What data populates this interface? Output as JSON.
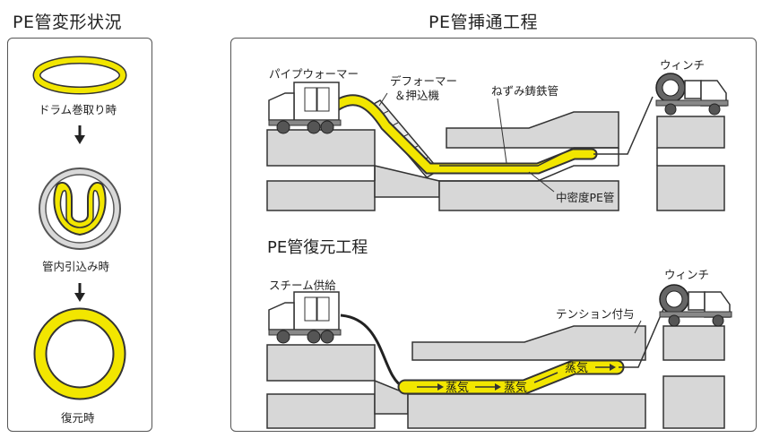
{
  "left": {
    "title": "PE管変形状況",
    "stages": [
      {
        "label": "ドラム巻取り時"
      },
      {
        "label": "管内引込み時"
      },
      {
        "label": "復元時"
      }
    ]
  },
  "right": {
    "title": "PE管挿通工程",
    "insertion": {
      "pipe_warmer": "パイプウォーマー",
      "deformer_line1": "デフォーマー",
      "deformer_line2": "＆押込機",
      "cast_iron_pipe": "ねずみ鋳鉄管",
      "winch": "ウィンチ",
      "pe_pipe": "中密度PE管"
    },
    "restoration": {
      "title": "PE管復元工程",
      "steam_supply": "スチーム供給",
      "winch": "ウィンチ",
      "tension": "テンション付与",
      "steam_labels": [
        "蒸気",
        "蒸気",
        "蒸気"
      ]
    }
  },
  "colors": {
    "pe_yellow": "#f2e600",
    "ground_gray": "#d7d7d7",
    "outline": "#333333"
  }
}
